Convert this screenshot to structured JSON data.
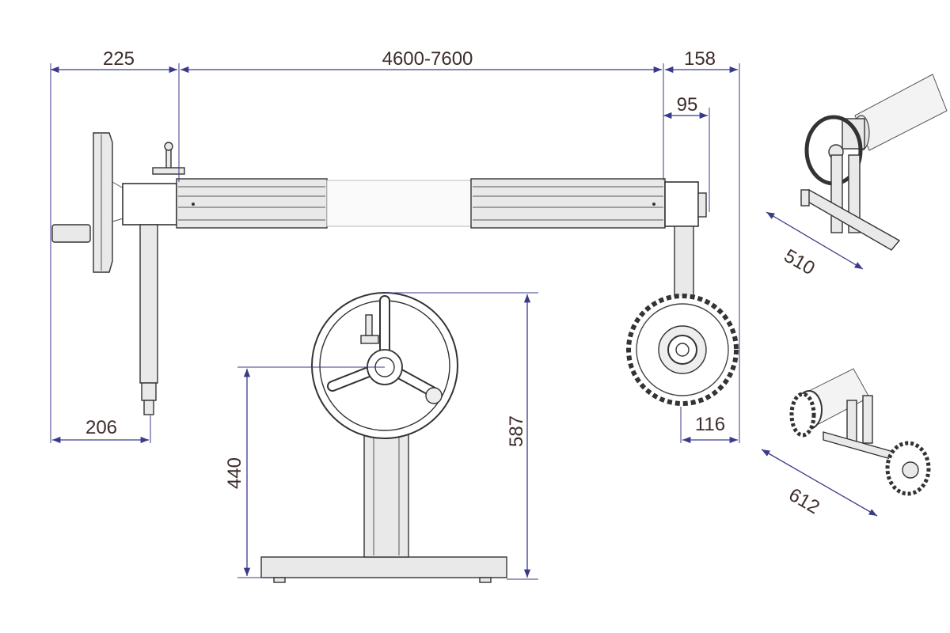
{
  "dimensions": {
    "overall_left_offset": "225",
    "tube_length": "4600-7600",
    "overall_right_offset": "158",
    "bracket_offset": "95",
    "leg_offset": "206",
    "wheel_offset": "116",
    "axis_height": "440",
    "total_height": "587",
    "stand_width": "510",
    "wheel_track": "612"
  },
  "colors": {
    "dimension_line": "#3a3a8a",
    "dimension_text": "#3d2c2c",
    "part_stroke": "#333333"
  }
}
